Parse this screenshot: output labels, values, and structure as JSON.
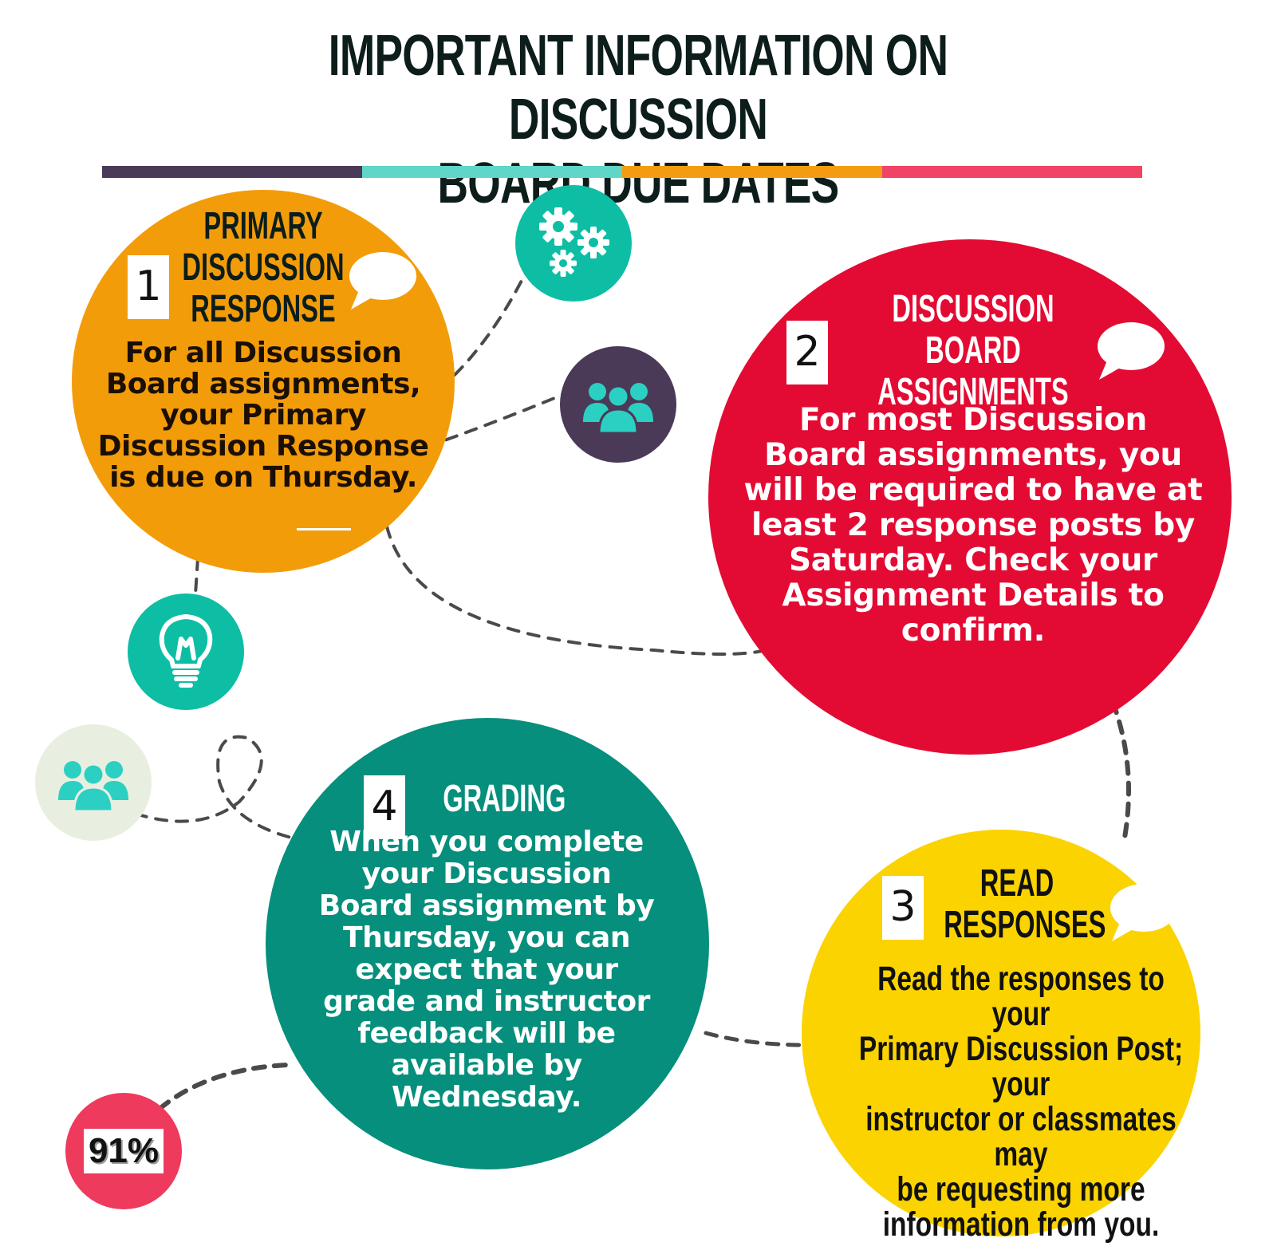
{
  "title": {
    "line1": "IMPORTANT INFORMATION ON DISCUSSION",
    "line2": "BOARD DUE DATES"
  },
  "colors": {
    "purple": "#4a3a58",
    "teal": "#5fd6c8",
    "orange": "#f39c12",
    "pink": "#ef4466",
    "step1": "#f39c0a",
    "step2": "#e30b33",
    "step3": "#fbd300",
    "step4": "#058f7c",
    "icon_teal": "#0dbea5",
    "icon_purple": "#4a3a58",
    "icon_pale": "#e8efe0",
    "icon_pink": "#ee3a5d"
  },
  "steps": [
    {
      "number": "1",
      "heading_lines": [
        "PRIMARY",
        "DISCUSSION",
        "RESPONSE"
      ],
      "text_lines": [
        "For all Discussion",
        "Board assignments,",
        "your Primary",
        "Discussion Response",
        "is due on Thursday."
      ]
    },
    {
      "number": "2",
      "heading_lines": [
        "DISCUSSION BOARD",
        "ASSIGNMENTS"
      ],
      "text_lines": [
        "For most Discussion",
        "Board assignments, you",
        "will be required to have at",
        "least 2 response posts by",
        "Saturday. Check your",
        "Assignment Details to",
        "confirm."
      ]
    },
    {
      "number": "3",
      "heading_lines": [
        "READ",
        "RESPONSES"
      ],
      "text_lines": [
        "Read the responses to your",
        "Primary Discussion Post; your",
        "instructor or classmates may",
        "be requesting more",
        "information from you."
      ]
    },
    {
      "number": "4",
      "heading_lines": [
        "GRADING"
      ],
      "text_lines": [
        "When you complete",
        "your Discussion",
        "Board assignment by",
        "Thursday, you can",
        "expect that your",
        "grade and instructor",
        "feedback will be",
        "available by",
        "Wednesday."
      ]
    }
  ],
  "icons": {
    "gears": "gears-icon",
    "group_purple": "group-icon",
    "lightbulb": "lightbulb-icon",
    "group_pale": "group-icon",
    "percent": "percent-badge"
  },
  "percent_badge": "91%"
}
